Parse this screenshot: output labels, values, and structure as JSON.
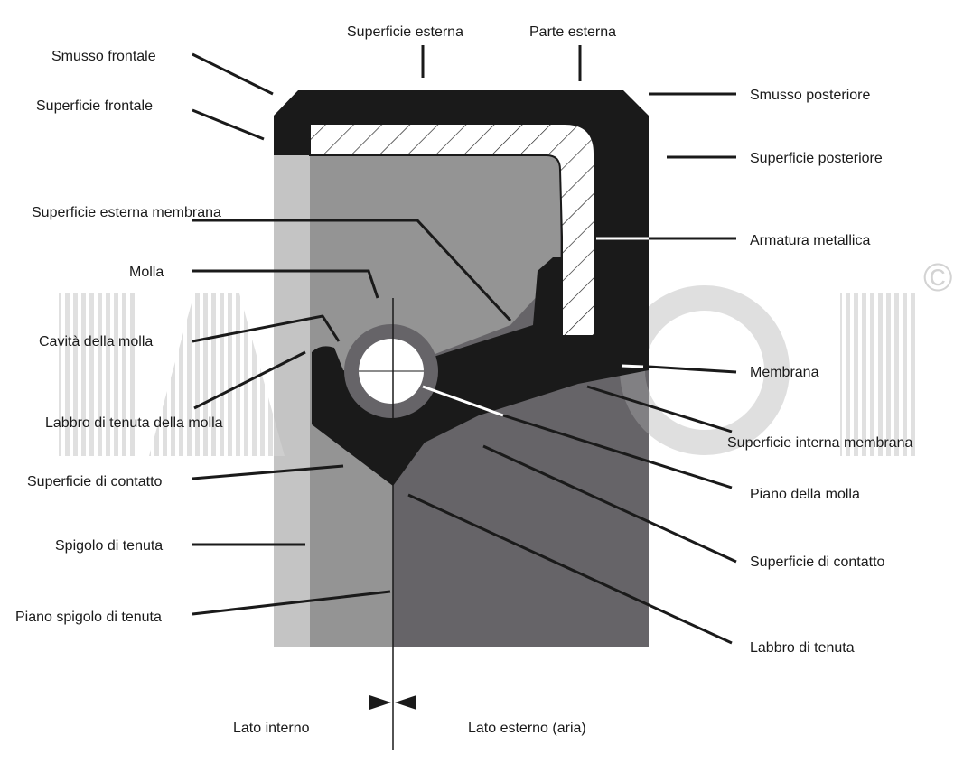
{
  "labels": {
    "smusso_frontale": "Smusso frontale",
    "superficie_frontale": "Superficie frontale",
    "superficie_esterna": "Superficie esterna",
    "parte_esterna": "Parte esterna",
    "smusso_posteriore": "Smusso posteriore",
    "superficie_posteriore": "Superficie posteriore",
    "superficie_esterna_membrana": "Superficie esterna membrana",
    "armatura_metallica": "Armatura metallica",
    "molla": "Molla",
    "cavita_della_molla": "Cavità della molla",
    "membrana": "Membrana",
    "labbro_di_tenuta_della_molla": "Labbro di tenuta della molla",
    "superficie_interna_membrana": "Superficie interna membrana",
    "superficie_di_contatto_left": "Superficie di contatto",
    "piano_della_molla": "Piano della molla",
    "spigolo_di_tenuta": "Spigolo di tenuta",
    "superficie_di_contatto_right": "Superficie di contatto",
    "piano_spigolo_di_tenuta": "Piano spigolo di tenuta",
    "labbro_di_tenuta": "Labbro di tenuta",
    "lato_interno": "Lato interno",
    "lato_esterno": "Lato esterno (aria)"
  },
  "watermark": {
    "text": "LAROSI",
    "copyright_symbol": "©"
  },
  "colors": {
    "rubber": "#1a1a1a",
    "shaft_light": "#c4c4c4",
    "shaft_mid": "#949494",
    "shaft_dark": "#666468",
    "background": "#ffffff"
  }
}
